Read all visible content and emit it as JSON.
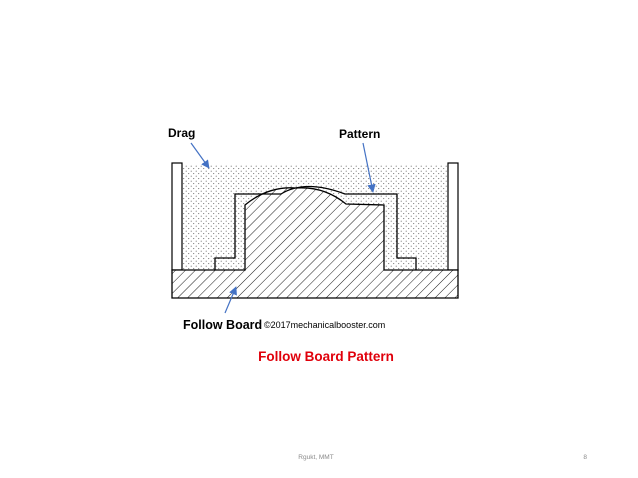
{
  "diagram": {
    "labels": {
      "drag": "Drag",
      "pattern": "Pattern",
      "follow_board": "Follow Board"
    },
    "watermark": "©2017mechanicalbooster.com"
  },
  "caption": {
    "text": "Follow Board Pattern",
    "color": "#e0000b"
  },
  "footer": {
    "author": "Rgukt, MMT",
    "page_number": "8"
  },
  "colors": {
    "arrow": "#4472c4",
    "outline": "#000000",
    "sand_dots": "#666666",
    "hatch": "#000000"
  }
}
